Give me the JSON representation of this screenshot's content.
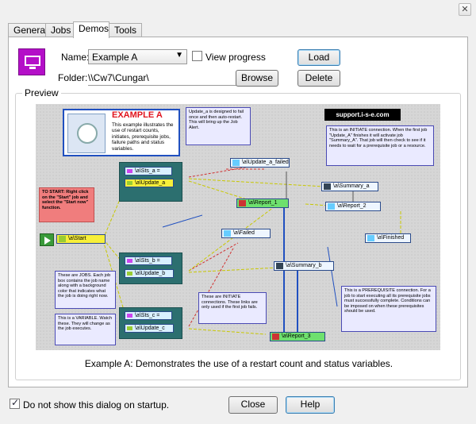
{
  "window": {
    "close_glyph": "✕"
  },
  "tabs": [
    {
      "label": "General",
      "active": false
    },
    {
      "label": "Jobs",
      "active": false
    },
    {
      "label": "Demos",
      "active": true
    },
    {
      "label": "Tools",
      "active": false
    }
  ],
  "form": {
    "name_label": "Name:",
    "name_value": "Example A",
    "view_progress_label": "View progress",
    "view_progress_checked": false,
    "folder_label": "Folder:",
    "folder_value": "\\\\Cw7\\Cungar\\",
    "load_label": "Load",
    "browse_label": "Browse",
    "delete_label": "Delete"
  },
  "preview": {
    "title": "Preview",
    "caption": "Example A: Demonstrates the use of a restart count and status variables.",
    "diagram": {
      "header_title": "EXAMPLE A",
      "header_text": "This example illustrates the use of restart counts, initiates, prerequisite jobs, failure paths and status variables.",
      "support_link": "support.i-s-e.com",
      "note_update_a": "Update_a is designed to fail once and then auto-restart. This will bring up the Job Alert.",
      "note_initiate_top": "This is an INITIATE connection. When the first job \"Update_A\" finishes it will activate job \"Summary_A\". That job will then check to see if it needs to wait for a prerequisite job or a resource.",
      "note_start": "TO START: Right click on the \"Start\" job and select the \"Start now\" function.",
      "note_jobs": "These are JOBS. Each job box contains the job name along with a background color that indicates what the job is doing right now.",
      "note_variable": "This is a VARIABLE. Watch these. They will change as the job executes.",
      "note_initiate_mid": "These are INITIATE connections. These links are only used if the first job fails.",
      "note_prereq": "This is a PREREQUISITE connection. For a job to start executing all its prerequisite jobs must successfully complete. Conditions can be imposed on when these prerequisites should be used.",
      "jobs": {
        "start": "\\a\\Start",
        "update_a": "\\a\\Update_a",
        "update_b": "\\a\\Update_b",
        "update_c": "\\a\\Update_c",
        "update_a_failed": "\\a\\Update_a_failed",
        "summary_a": "\\a\\Summary_a",
        "report_1": "\\a\\Report_1",
        "report_2": "\\a\\Report_2",
        "failed": "\\a\\Failed",
        "finished": "\\a\\Finished",
        "summary_b": "\\a\\Summary_b",
        "report_3": "\\a\\Report_3"
      },
      "variables": {
        "sts_a": "\\a\\Sts_a =",
        "sts_b": "\\a\\Sts_b =",
        "sts_c": "\\a\\Sts_c ="
      }
    }
  },
  "footer": {
    "dont_show_label": "Do not show this dialog on startup.",
    "dont_show_checked": true,
    "close_label": "Close",
    "help_label": "Help"
  },
  "colors": {
    "accent_icon": "#b40fc8",
    "header_title": "#e0141e",
    "start_note_bg": "#f07d7d",
    "teal_group": "#2c6f6f",
    "job_running": "#6ee06e",
    "job_yellow": "#f7ef3a",
    "support_bg": "#000000"
  }
}
